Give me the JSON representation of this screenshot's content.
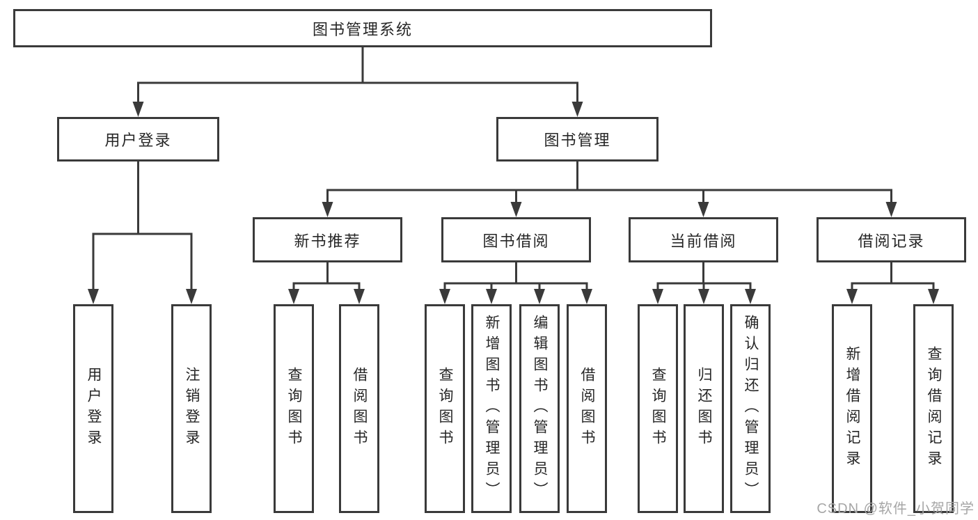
{
  "tree": {
    "root": {
      "label": "图书管理系统"
    },
    "branches": [
      {
        "label": "用户登录",
        "children": [
          {
            "label": "用户登录"
          },
          {
            "label": "注销登录"
          }
        ]
      },
      {
        "label": "图书管理",
        "children": [
          {
            "label": "新书推荐",
            "children": [
              {
                "label": "查询图书"
              },
              {
                "label": "借阅图书"
              }
            ]
          },
          {
            "label": "图书借阅",
            "children": [
              {
                "label": "查询图书"
              },
              {
                "label": "新增图书（管理员）"
              },
              {
                "label": "编辑图书（管理员）"
              },
              {
                "label": "借阅图书"
              }
            ]
          },
          {
            "label": "当前借阅",
            "children": [
              {
                "label": "查询图书"
              },
              {
                "label": "归还图书"
              },
              {
                "label": "确认归还（管理员）"
              }
            ]
          },
          {
            "label": "借阅记录",
            "children": [
              {
                "label": "新增借阅记录"
              },
              {
                "label": "查询借阅记录"
              }
            ]
          }
        ]
      }
    ]
  },
  "watermark": {
    "text": "CSDN @软件_小贺同学"
  },
  "colors": {
    "line": "#3a3a3a",
    "text": "#262626",
    "watermark": "#a6a6a6",
    "background": "#ffffff"
  }
}
